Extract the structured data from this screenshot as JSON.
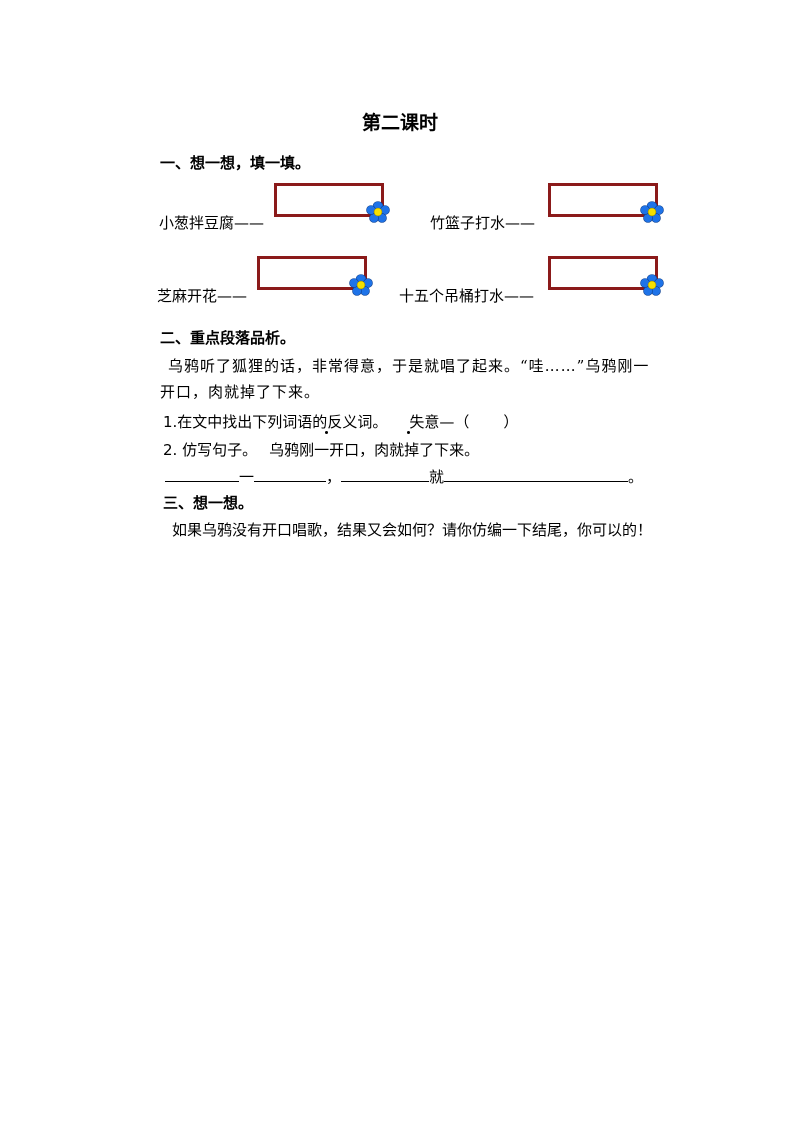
{
  "title": "第二课时",
  "section1": {
    "heading": "一、想一想，填一填。",
    "items": [
      {
        "text": "小葱拌豆腐——"
      },
      {
        "text": "竹篮子打水——"
      },
      {
        "text": "芝麻开花——"
      },
      {
        "text": "十五个吊桶打水——"
      }
    ]
  },
  "section2": {
    "heading": "二、重点段落品析。",
    "passage_line1": "乌鸦听了狐狸的话，非常得意，于是就唱了起来。“哇……”乌鸦刚一",
    "passage_line2": "开口，肉就掉了下来。",
    "q1": "1.在文中找出下列词语的反义词。",
    "q1_word": "失意—（",
    "q1_close": "）",
    "q2": "2.  仿写句子。",
    "q2_sentence": "乌鸦刚一开口，肉就掉了下来。",
    "fill_yi": "一",
    "fill_comma": "，",
    "fill_jiu": "就",
    "fill_end": "。"
  },
  "section3": {
    "heading": "三、想一想。",
    "prompt": "如果乌鸦没有开口唱歌，结果又会如何？请你仿编一下结尾，你可以的！"
  },
  "colors": {
    "box_border": "#8b1a1a",
    "flower_petal": "#1e73e8",
    "flower_center": "#f5e000"
  }
}
